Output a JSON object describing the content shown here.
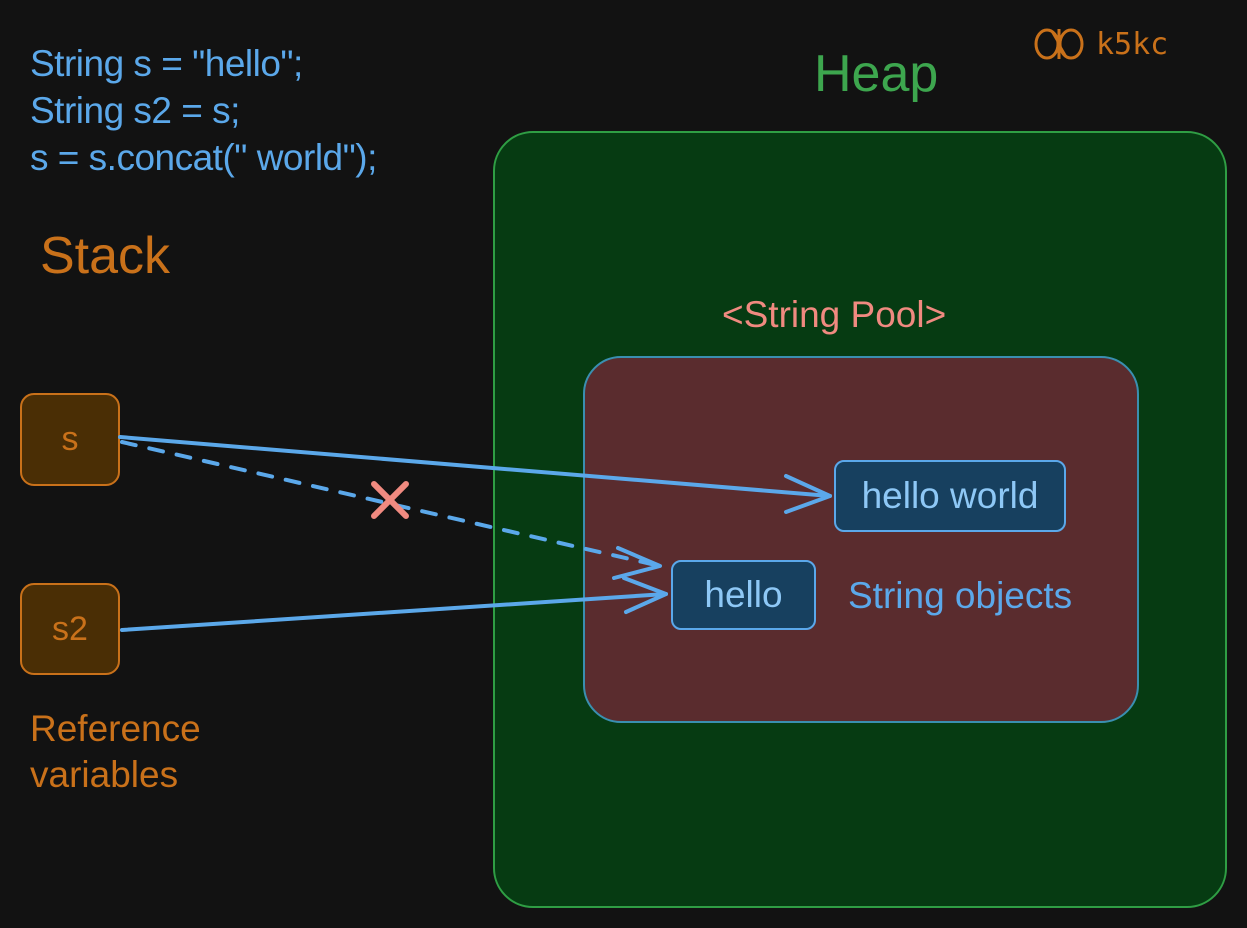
{
  "code": {
    "lines": [
      "String s = \"hello\";",
      "String s2 = s;",
      "s = s.concat(\" world\");"
    ]
  },
  "logo": {
    "text": "k5kc",
    "icon": "butterfly-icon"
  },
  "stack": {
    "title": "Stack",
    "description": "Reference variables"
  },
  "heap": {
    "title": "Heap"
  },
  "pool": {
    "title": "<String Pool>"
  },
  "variables": {
    "s": "s",
    "s2": "s2"
  },
  "objects": {
    "hello_world": "hello world",
    "hello": "hello",
    "label": "String objects"
  },
  "colors": {
    "background": "#121212",
    "code": "#5ba8ea",
    "stack": "#c9711a",
    "heap_fill": "#063b12",
    "heap_border": "#2f9e44",
    "pool_fill": "#5a2c2e",
    "pool_title": "#f08a80",
    "object_fill": "#17405f",
    "arrow": "#5ba8ea",
    "cross": "#f08a80"
  }
}
